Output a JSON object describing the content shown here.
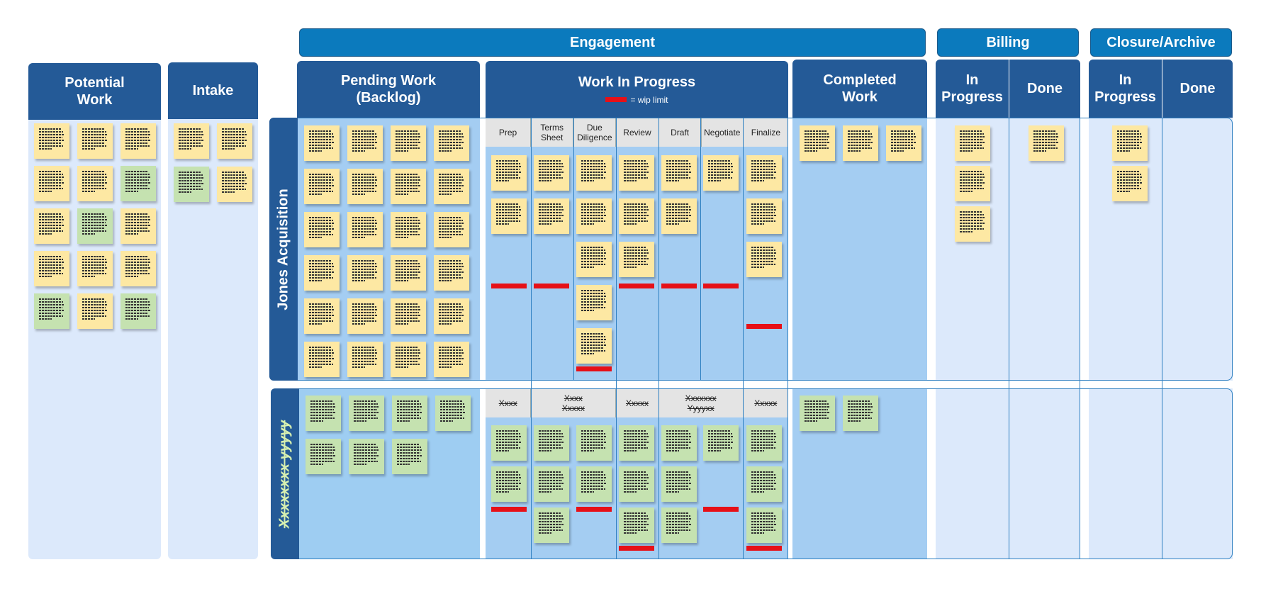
{
  "board": {
    "top_headers": {
      "engagement": "Engagement",
      "billing": "Billing",
      "closure": "Closure/Archive"
    },
    "columns": {
      "potential_work": "Potential\nWork",
      "intake": "Intake",
      "pending_work": "Pending Work\n(Backlog)",
      "work_in_progress": "Work In Progress",
      "completed_work": "Completed\nWork",
      "billing_in_progress": "In\nProgress",
      "billing_done": "Done",
      "closure_in_progress": "In\nProgress",
      "closure_done": "Done"
    },
    "legend": {
      "wip_limit": "= wip limit",
      "wip_color": "#e61017"
    },
    "lanes": {
      "lane1": "Jones Acquisition",
      "lane2": "Xxxxxxxx yyyyy"
    },
    "wip_sub_columns_lane1": [
      "Prep",
      "Terms\nSheet",
      "Due\nDiligence",
      "Review",
      "Draft",
      "Negotiate",
      "Finalize"
    ],
    "wip_sub_columns_lane2": [
      "Xxxx",
      "Xxxx\nXxxxx",
      "Xxxxx",
      "Xxxxxxx\nYyyyxx",
      "Xxxxx"
    ]
  },
  "colors": {
    "header_dark": "#245a97",
    "header_top": "#0b7abd",
    "note_yellow": "#fde8a3",
    "note_green": "#c5e2b0",
    "lane_blue": "#a4cdf2",
    "column_pale": "#dce9fb"
  }
}
